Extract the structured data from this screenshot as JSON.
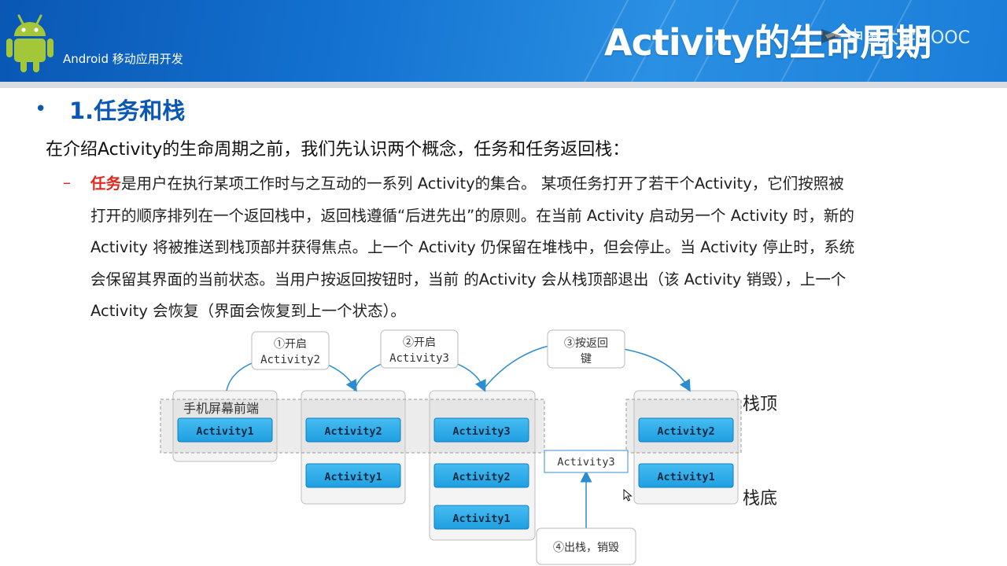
{
  "header": {
    "course_name": "Android 移动应用开发",
    "title": "Activity的生命周期",
    "badge": "中国大学MOOC",
    "colors": {
      "banner": "#1472d0",
      "title_text": "#ffffff"
    }
  },
  "section": {
    "bullet": "•",
    "title": "1.任务和栈"
  },
  "intro": "在介绍Activity的生命周期之前，我们先认识两个概念，任务和任务返回栈：",
  "task_item": {
    "dash": "–",
    "highlight": "任务",
    "lines": [
      "是用户在执行某项工作时与之互动的一系列 Activity的集合。 某项任务打开了若干个Activity，它们按照被",
      "打开的顺序排列在一个返回栈中，返回栈遵循“后进先出”的原则。在当前 Activity 启动另一个 Activity 时，新的",
      "Activity 将被推送到栈顶部并获得焦点。上一个 Activity 仍保留在堆栈中，但会停止。当 Activity 停止时，系统",
      "会保留其界面的当前状态。当用户按返回按钮时，当前 的Activity 会从栈顶部退出（该 Activity 销毁），上一个",
      "Activity 会恢复（界面会恢复到上一个状态）。"
    ]
  },
  "diagram": {
    "screen_front_label": "手机屏幕前端",
    "stack_top_label": "栈顶",
    "stack_bottom_label": "栈底",
    "steps": [
      {
        "line1": "①开启",
        "line2": "Activity2"
      },
      {
        "line1": "②开启",
        "line2": "Activity3"
      },
      {
        "line1": "③按返回",
        "line2": "键"
      },
      {
        "line1": "④出栈，销毁",
        "line2": ""
      }
    ],
    "stacks": [
      [
        "Activity1"
      ],
      [
        "Activity2",
        "Activity1"
      ],
      [
        "Activity3",
        "Activity2",
        "Activity1"
      ],
      [
        "Activity2",
        "Activity1"
      ]
    ],
    "popped": "Activity3",
    "colors": {
      "activity_fill": "#2aa9e8",
      "activity_border": "#0e7fc1",
      "arrow": "#2b8ccf"
    }
  }
}
